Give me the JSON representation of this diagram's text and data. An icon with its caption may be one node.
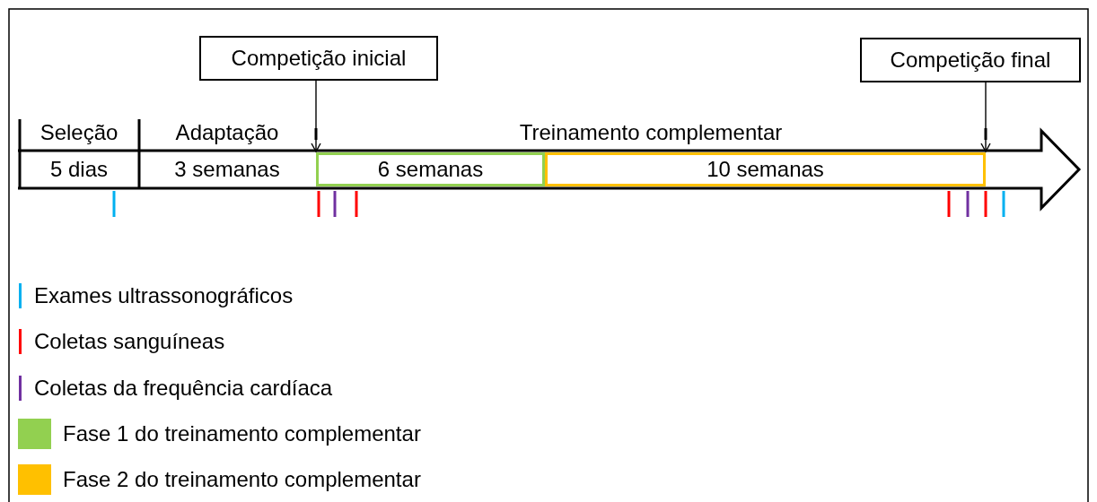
{
  "diagram": {
    "nodes": [
      {
        "text": [
          "Competição inicial"
        ]
      },
      {
        "text": [
          "Competição final"
        ]
      },
      {
        "text": [
          "6 semanas"
        ]
      },
      {
        "text": [
          "10 semanas"
        ]
      }
    ],
    "edges": [
      {
        "from": 0,
        "to": 2,
        "arrow": "to"
      },
      {
        "from": 1,
        "to": 3,
        "arrow": "to"
      }
    ],
    "labels": [
      "Seleção",
      "Adaptação",
      "Treinamento complementar",
      "5 dias",
      "3 semanas"
    ],
    "legend": [
      {
        "text": "Exames ultrassonográficos",
        "color": "#00b0f0"
      },
      {
        "text": "Coletas sanguíneas",
        "color": "#ff0000"
      },
      {
        "text": "Coletas da frequência cardíaca",
        "color": "#7030a0"
      },
      {
        "text": "Fase 1 do treinamento complementar",
        "color": "#92d050"
      },
      {
        "text": "Fase 2 do treinamento complementar",
        "color": "#ffc000"
      }
    ]
  }
}
